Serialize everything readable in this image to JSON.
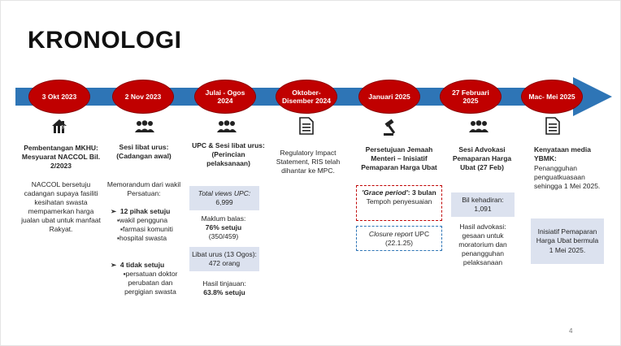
{
  "title": "KRONOLOGI",
  "page_number": "4",
  "milestones": [
    {
      "date": "3 Okt 2023"
    },
    {
      "date": "2 Nov 2023"
    },
    {
      "date": "Julai - Ogos 2024"
    },
    {
      "date": "Oktober-Disember 2024"
    },
    {
      "date": "Januari 2025"
    },
    {
      "date": "27 Februari 2025"
    },
    {
      "date": "Mac- Mei 2025"
    }
  ],
  "col1": {
    "heading": "Pembentangan MKHU: Mesyuarat NACCOL Bil. 2/2023",
    "body": "NACCOL bersetuju cadangan supaya fasiliti kesihatan swasta mempamerkan harga jualan ubat untuk manfaat Rakyat."
  },
  "col2": {
    "heading": "Sesi libat urus: (Cadangan awal)",
    "intro": "Memorandum dari wakil Persatuan:",
    "agree_label": "12 pihak setuju",
    "agree_items": [
      "wakil pengguna",
      "farmasi komuniti",
      "hospital swasta"
    ],
    "disagree_label": "4 tidak setuju",
    "disagree_items": [
      "persatuan doktor perubatan dan pergigian swasta"
    ]
  },
  "col3": {
    "heading": "UPC & Sesi libat urus: (Perincian pelaksanaan)",
    "views_label": "Total views UPC:",
    "views_value": "6,999",
    "feedback_label": "Maklum balas:",
    "feedback_value": "76% setuju",
    "feedback_count": "(350/459)",
    "libat_urus": "Libat urus (13 Ogos): 472 orang",
    "survey_label": "Hasil tinjauan:",
    "survey_value": "63.8% setuju"
  },
  "col4": {
    "body": "Regulatory Impact Statement, RIS telah dihantar ke MPC."
  },
  "col5": {
    "heading": "Persetujuan Jemaah Menteri – Inisiatif Pemaparan Harga Ubat",
    "grace_label": "'Grace period'",
    "grace_value": ": 3 bulan",
    "grace_sub": "Tempoh penyesuaian",
    "closure_label": "Closure report",
    "closure_value": "UPC (22.1.25)"
  },
  "col6": {
    "heading": "Sesi Advokasi Pemaparan Harga Ubat (27 Feb)",
    "attendance_label": "Bil kehadiran:",
    "attendance_value": "1,091",
    "result": "Hasil advokasi: gesaan untuk moratorium dan penangguhan pelaksanaan"
  },
  "col7": {
    "heading": "Kenyataan media YBMK:",
    "body": "Penangguhan penguatkuasaan sehingga 1 Mei 2025.",
    "box": "Inisiatif Pemaparan Harga Ubat bermula 1 Mei 2025."
  },
  "icons": [
    "price-chart-icon",
    "group-icon",
    "group-icon",
    "document-icon",
    "gavel-icon",
    "group-icon",
    "document-icon"
  ],
  "colors": {
    "timeline": "#2e75b6",
    "oval": "#c00000",
    "box": "#dce2ef"
  }
}
